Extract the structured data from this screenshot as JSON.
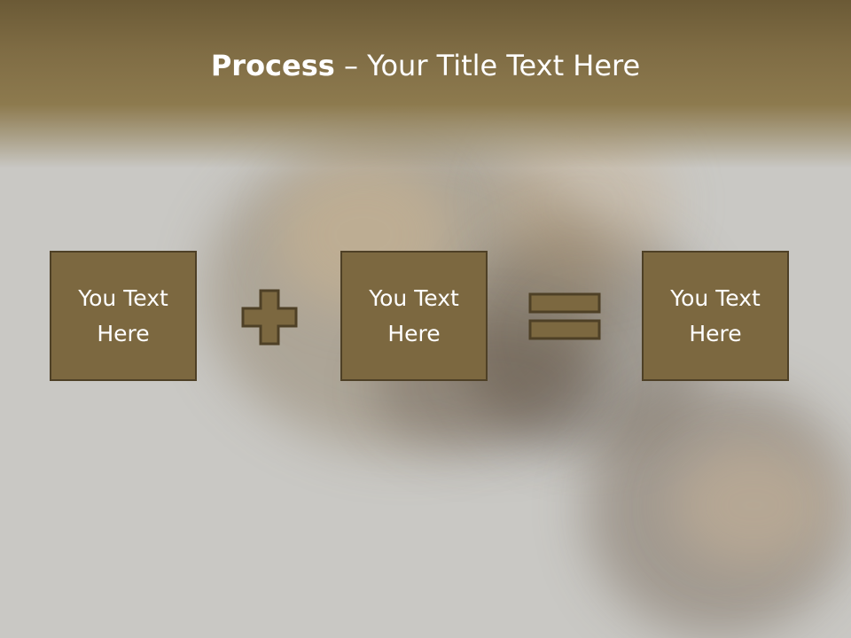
{
  "slide": {
    "title_bold": "Process",
    "title_rest": " – Your Title Text Here",
    "boxes": [
      {
        "text": "You Text Here"
      },
      {
        "text": "You Text Here"
      },
      {
        "text": "You Text Here"
      }
    ],
    "operators": [
      "plus-icon",
      "equals-icon"
    ]
  },
  "colors": {
    "header": "#7f6c44",
    "box_fill": "#7c6840",
    "box_border": "#4e4026",
    "background": "#c9c8c4",
    "text": "#ffffff"
  }
}
